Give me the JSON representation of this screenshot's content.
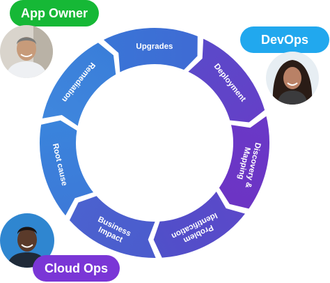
{
  "people": {
    "app_owner": "App Owner",
    "devops": "DevOps",
    "cloud_ops": "Cloud Ops"
  },
  "cycle": {
    "segments": [
      {
        "lines": [
          "Upgrades"
        ],
        "color_a": "#3a74d6",
        "color_b": "#3f6bd4"
      },
      {
        "lines": [
          "Deployment"
        ],
        "color_a": "#5b49c9",
        "color_b": "#6440c8"
      },
      {
        "lines": [
          "Discovery &",
          "Mapping"
        ],
        "color_a": "#6a38c7",
        "color_b": "#6c34c4"
      },
      {
        "lines": [
          "Problem",
          "Identification"
        ],
        "color_a": "#5a49c9",
        "color_b": "#5050c9"
      },
      {
        "lines": [
          "Business",
          "Impact"
        ],
        "color_a": "#4b5ccd",
        "color_b": "#4b62cf"
      },
      {
        "lines": [
          "Root cause"
        ],
        "color_a": "#3d7ad8",
        "color_b": "#3a84dc"
      },
      {
        "lines": [
          "Remediation"
        ],
        "color_a": "#3f86dd",
        "color_b": "#3a7ed9"
      }
    ]
  },
  "colors": {
    "app_owner_pill": "#16b836",
    "devops_pill": "#21a8ee",
    "cloud_ops_pill": "#7a36d6"
  }
}
